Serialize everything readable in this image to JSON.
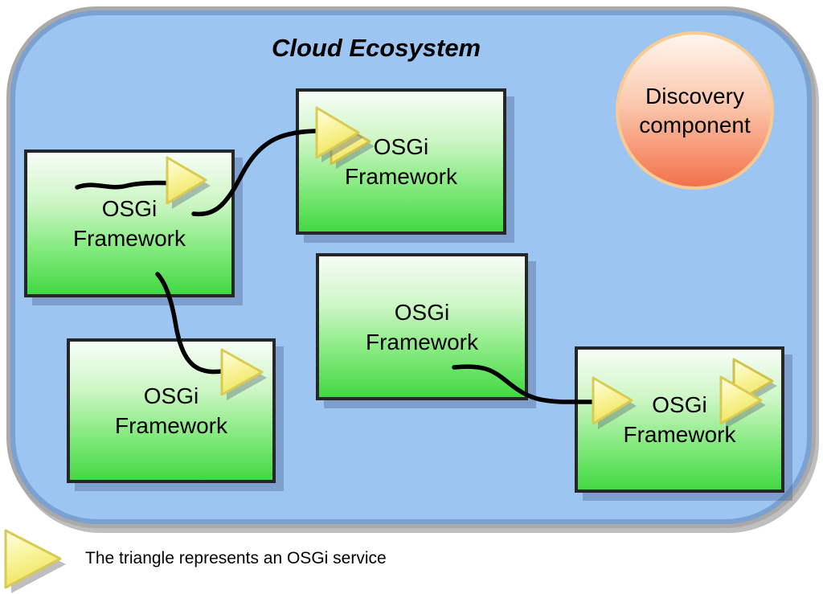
{
  "title": "Cloud Ecosystem",
  "discovery_component": {
    "line1": "Discovery",
    "line2": "component"
  },
  "frameworks": [
    {
      "position": "top",
      "line1": "OSGi",
      "line2": "Framework",
      "service_triangles": 2
    },
    {
      "position": "left",
      "line1": "OSGi",
      "line2": "Framework",
      "service_triangles": 1
    },
    {
      "position": "bottom-left",
      "line1": "OSGi",
      "line2": "Framework",
      "service_triangles": 1
    },
    {
      "position": "middle",
      "line1": "OSGi",
      "line2": "Framework",
      "service_triangles": 0
    },
    {
      "position": "bottom-right",
      "line1": "OSGi",
      "line2": "Framework",
      "service_triangles": 3
    }
  ],
  "legend": {
    "text": "The triangle represents an OSGi service"
  },
  "colors": {
    "cloud_fill": "#9cc5f2",
    "cloud_border": "#7aa1d2",
    "outer_ring": "#a9a9a9",
    "box_gradient_top": "#f7fdf7",
    "box_gradient_bottom": "#43d843",
    "box_border": "#262626",
    "triangle_fill_top": "#ffffe2",
    "triangle_fill_bottom": "#f0e95e",
    "triangle_border": "#d9cb52",
    "discovery_gradient_top": "#fff5ee",
    "discovery_gradient_bottom": "#f2714b",
    "discovery_border": "#f8cb92",
    "connector": "#000000",
    "text": "#000000"
  }
}
